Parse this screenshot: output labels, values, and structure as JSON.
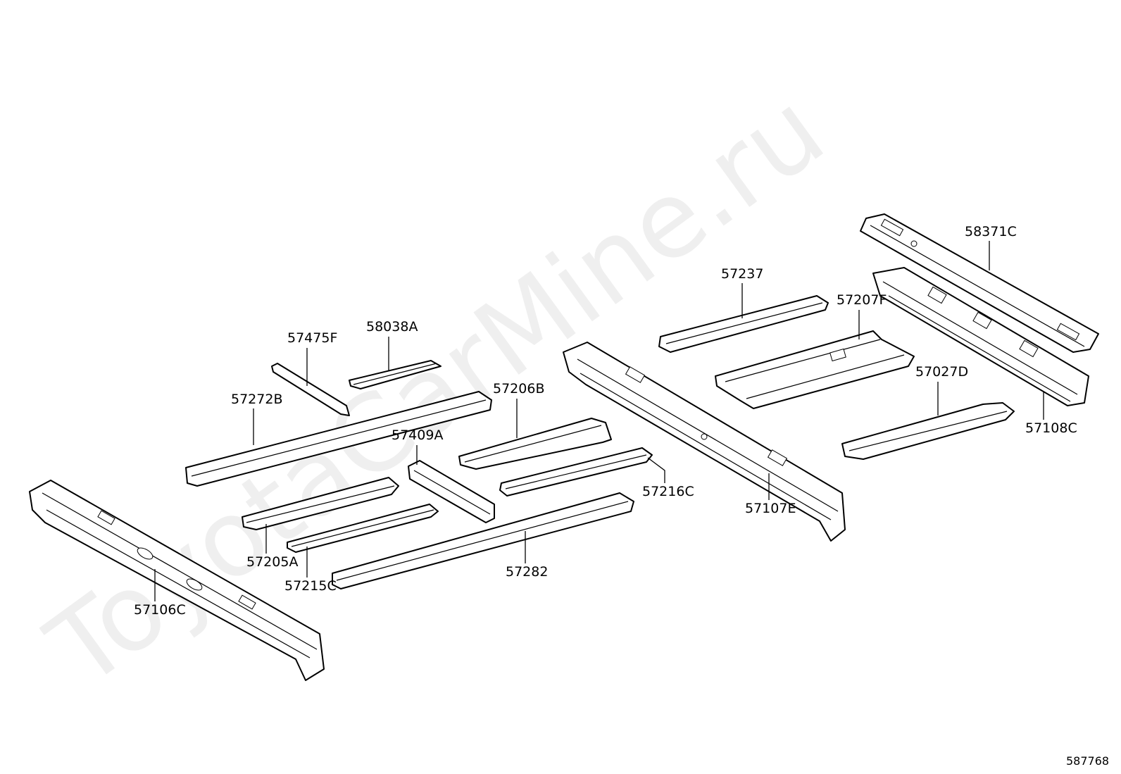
{
  "diagram": {
    "watermark": "ToyotaCarMine.ru",
    "reference_number": "587768",
    "part_labels": {
      "p58371C": "58371C",
      "p57237": "57237",
      "p57207F": "57207F",
      "p58038A": "58038A",
      "p57475F": "57475F",
      "p57272B": "57272B",
      "p57206B": "57206B",
      "p57409A": "57409A",
      "p57027D": "57027D",
      "p57108C": "57108C",
      "p57216C": "57216C",
      "p57107E": "57107E",
      "p57205A": "57205A",
      "p57282": "57282",
      "p57215C": "57215C",
      "p57106C": "57106C"
    }
  }
}
